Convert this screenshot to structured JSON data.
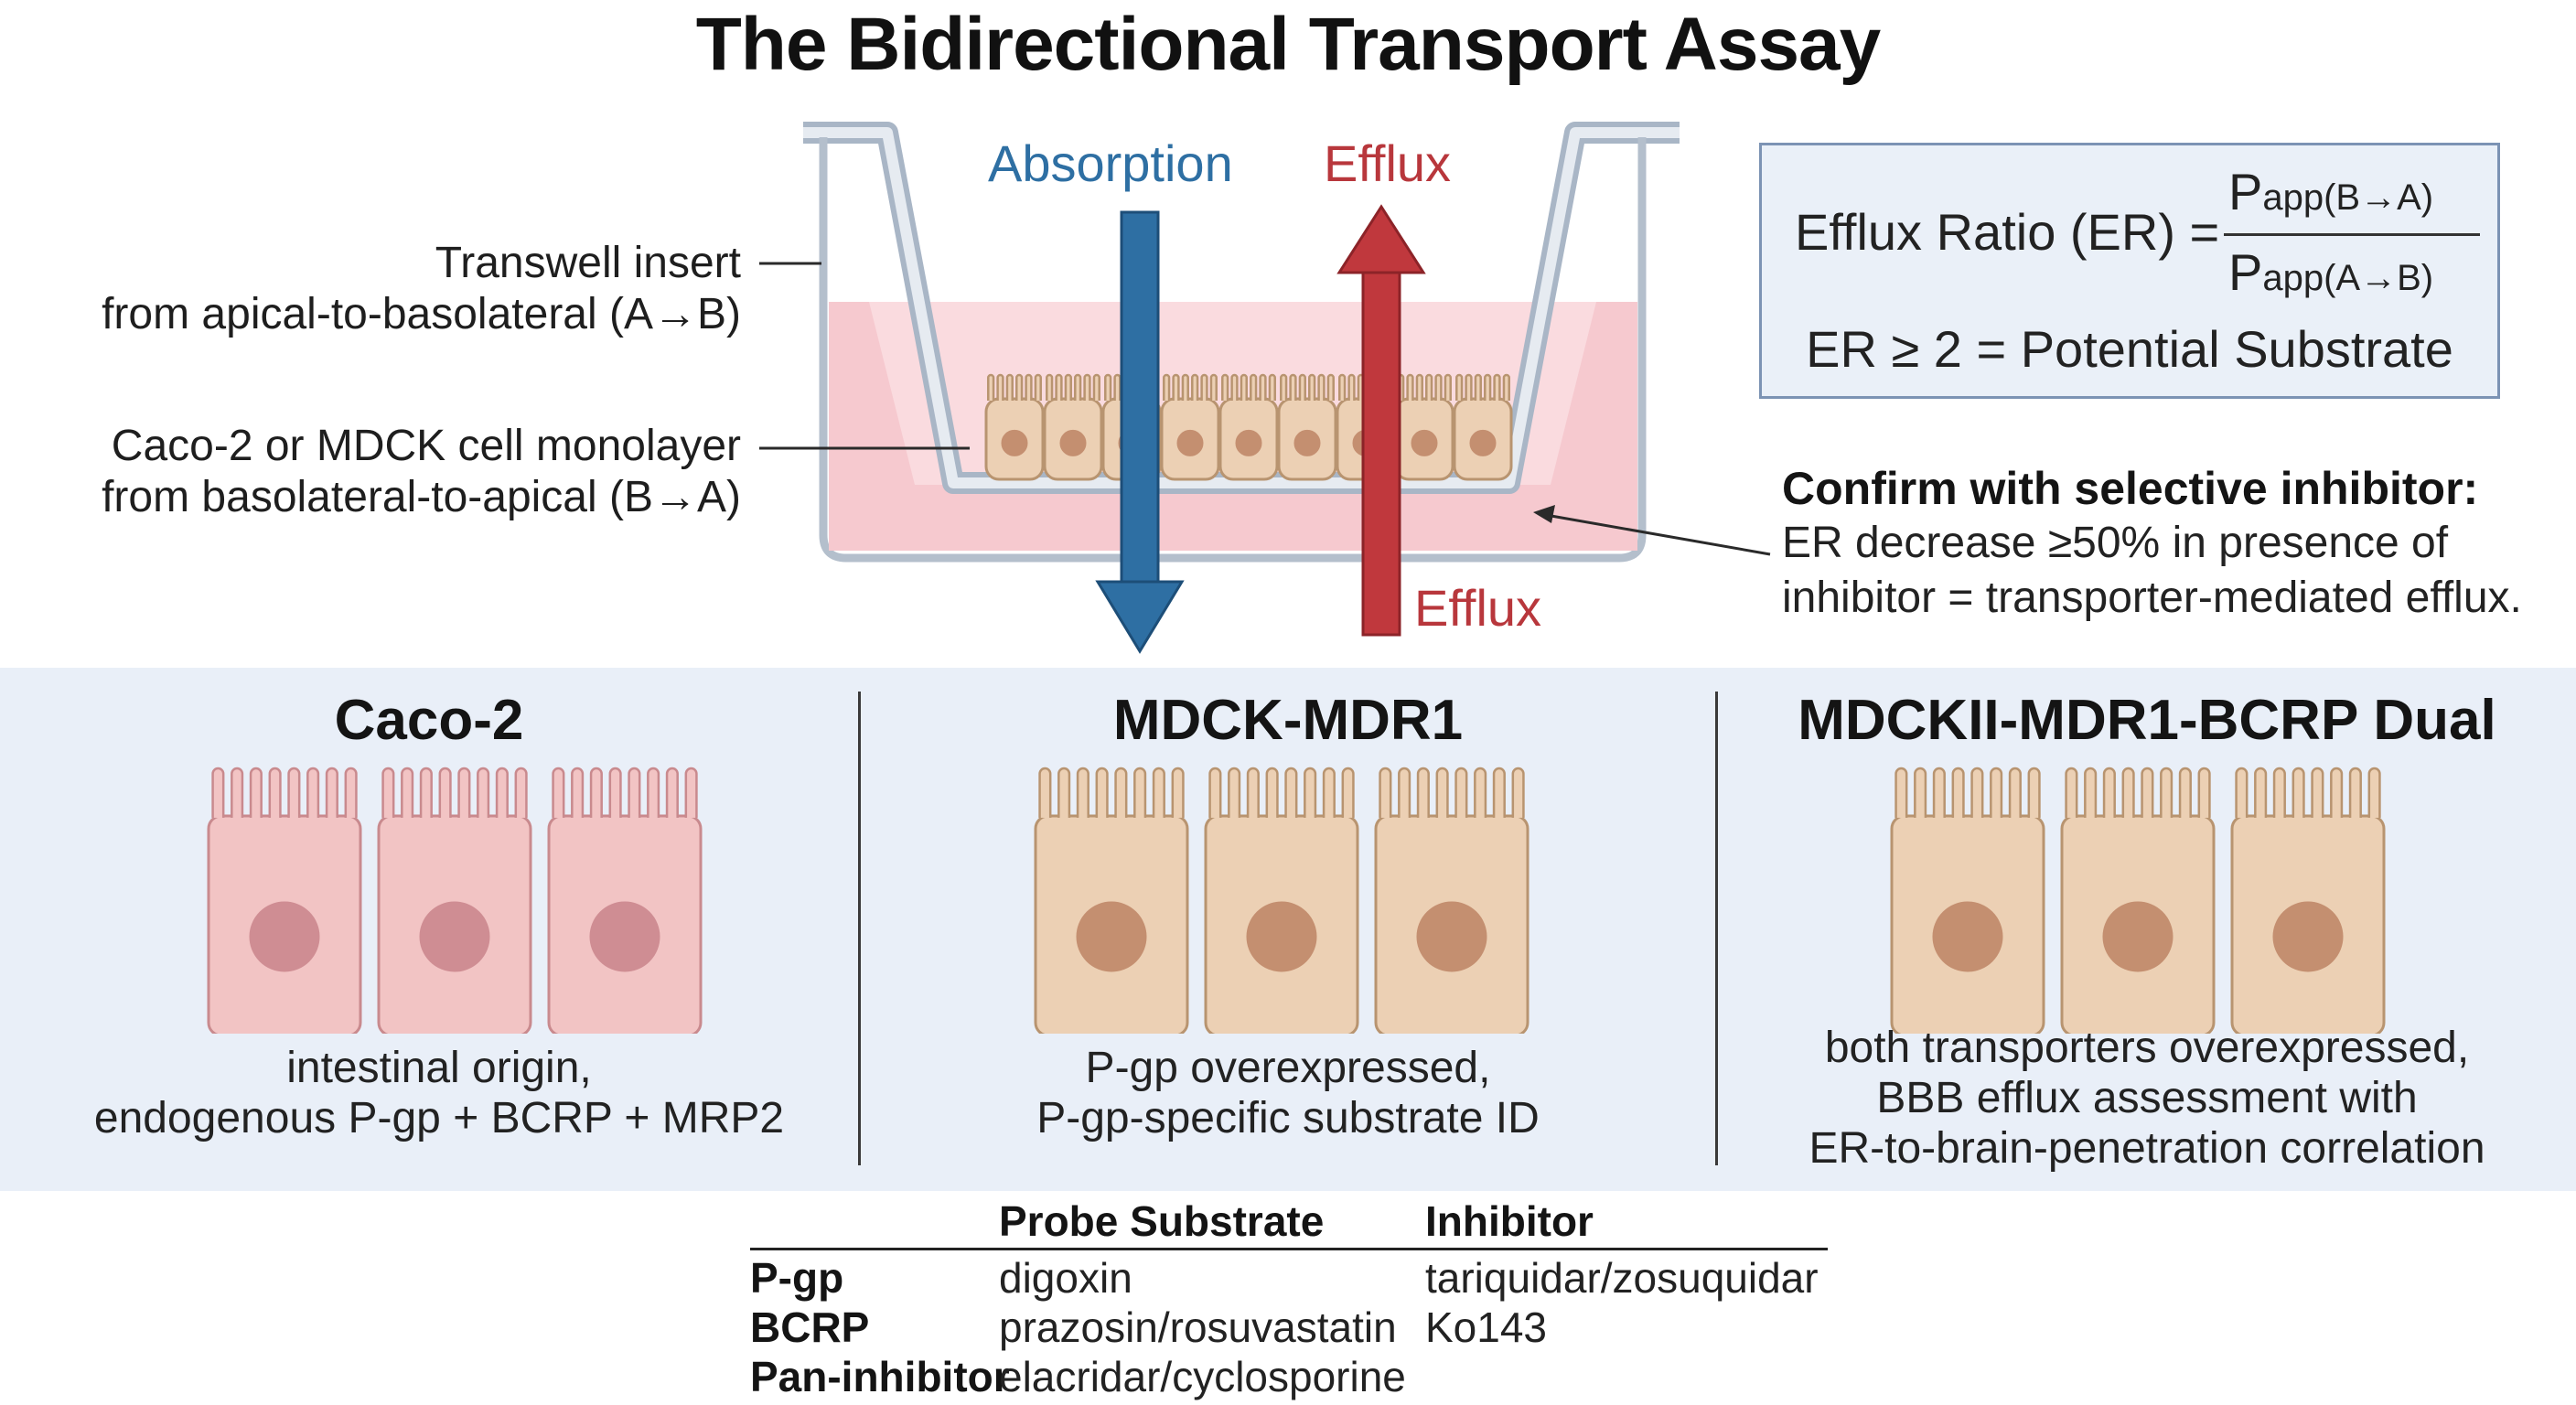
{
  "title": "The Bidirectional Transport Assay",
  "diagram": {
    "arrow_absorption": "Absorption",
    "arrow_efflux_top": "Efflux",
    "arrow_efflux_bottom": "Efflux",
    "label_insert_line1": "Transwell insert",
    "label_insert_line2": "from apical-to-basolateral (A→B)",
    "label_cells_line1": "Caco-2 or MDCK cell monolayer",
    "label_cells_line2": "from basolateral-to-apical (B→A)"
  },
  "formula": {
    "lhs": "Efflux Ratio (ER) =",
    "num_p": "P",
    "num_sub": "app(B→A)",
    "den_p": "P",
    "den_sub": "app(A→B)",
    "criterion": "ER ≥ 2 = Potential Substrate"
  },
  "confirm": {
    "heading": "Confirm with selective inhibitor:",
    "line1": "ER decrease ≥50% in presence of",
    "line2": "inhibitor = transporter-mediated efflux."
  },
  "panels": [
    {
      "title": "Caco-2",
      "desc_line1": "intestinal origin,",
      "desc_line2": "endogenous P-gp + BCRP + MRP2",
      "desc_line3": ""
    },
    {
      "title": "MDCK-MDR1",
      "desc_line1": "P-gp overexpressed,",
      "desc_line2": "P-gp-specific substrate ID",
      "desc_line3": ""
    },
    {
      "title": "MDCKII-MDR1-BCRP Dual",
      "desc_line1": "both transporters overexpressed,",
      "desc_line2": "BBB efflux assessment with",
      "desc_line3": "ER-to-brain-penetration correlation"
    }
  ],
  "table": {
    "headers": [
      "",
      "Probe Substrate",
      "Inhibitor"
    ],
    "rows": [
      [
        "P-gp",
        "digoxin",
        "tariquidar/zosuquidar"
      ],
      [
        "BCRP",
        "prazosin/rosuvastatin",
        "Ko143"
      ],
      [
        "Pan-inhibitor",
        "elacridar/cyclosporine",
        ""
      ]
    ]
  },
  "colors": {
    "absorption": "#2e6fa3",
    "efflux": "#b8373c",
    "medium_pink": "#f6c9cf",
    "caco2_cell": "#f2c4c4",
    "mdck_cell": "#ecd0b4",
    "band_bg": "#e9eff8"
  }
}
